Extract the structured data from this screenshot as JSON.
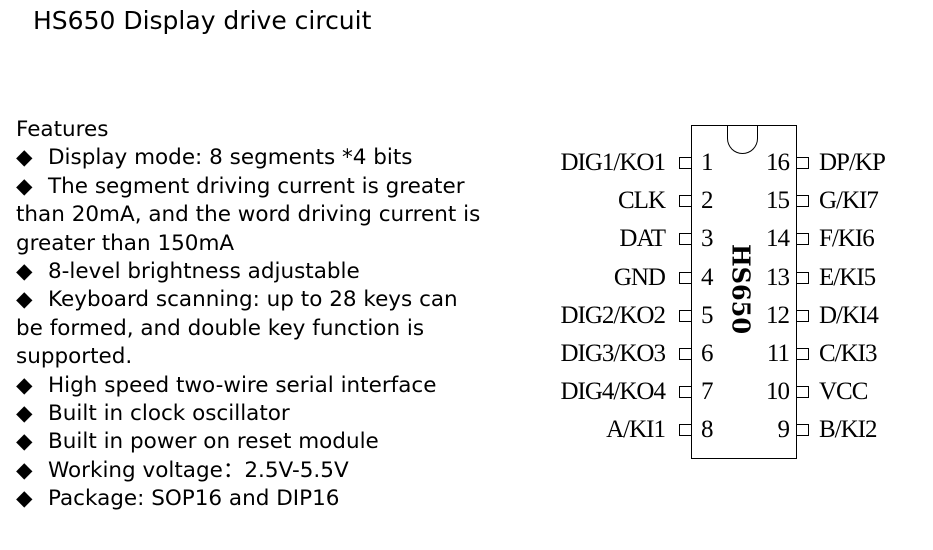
{
  "title": "HS650 Display drive circuit",
  "features": {
    "heading": "Features",
    "bullet": "◆",
    "items": [
      "Display mode: 8 segments *4 bits",
      "The segment driving current is greater than 20mA, and the word driving current is greater than 150mA",
      "8-level brightness adjustable",
      "Keyboard scanning: up to 28 keys can be formed, and double key function is supported.",
      "High speed two-wire serial interface",
      "Built in clock oscillator",
      "Built in power on reset module",
      "Working voltage：2.5V-5.5V",
      "Package: SOP16 and DIP16"
    ]
  },
  "chip": {
    "name": "HS650",
    "left_pins": [
      {
        "num": "1",
        "label": "DIG1/KO1"
      },
      {
        "num": "2",
        "label": "CLK"
      },
      {
        "num": "3",
        "label": "DAT"
      },
      {
        "num": "4",
        "label": "GND"
      },
      {
        "num": "5",
        "label": "DIG2/KO2"
      },
      {
        "num": "6",
        "label": "DIG3/KO3"
      },
      {
        "num": "7",
        "label": "DIG4/KO4"
      },
      {
        "num": "8",
        "label": "A/KI1"
      }
    ],
    "right_pins": [
      {
        "num": "16",
        "label": "DP/KP"
      },
      {
        "num": "15",
        "label": "G/KI7"
      },
      {
        "num": "14",
        "label": "F/KI6"
      },
      {
        "num": "13",
        "label": "E/KI5"
      },
      {
        "num": "12",
        "label": "D/KI4"
      },
      {
        "num": "11",
        "label": "C/KI3"
      },
      {
        "num": "10",
        "label": "VCC"
      },
      {
        "num": "9",
        "label": "B/KI2"
      }
    ]
  }
}
